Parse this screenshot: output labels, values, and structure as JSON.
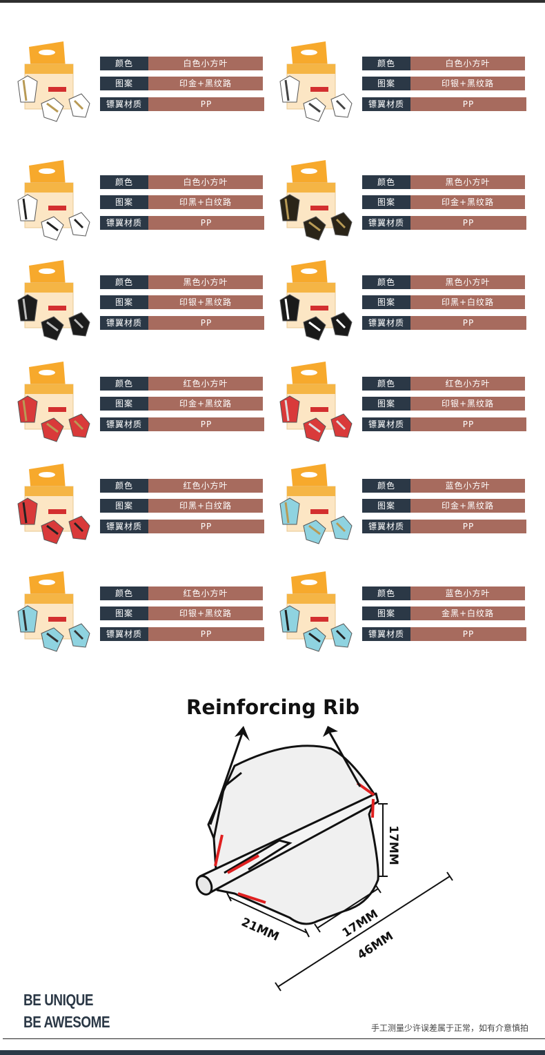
{
  "spec_labels": {
    "color": "颜色",
    "pattern": "图案",
    "material": "镖翼材质"
  },
  "products": [
    {
      "color": "白色小方叶",
      "pattern": "印金+黑纹路",
      "material": "PP",
      "flight_color": "#ffffff",
      "accent": "#b89a55"
    },
    {
      "color": "白色小方叶",
      "pattern": "印银+黑纹路",
      "material": "PP",
      "flight_color": "#ffffff",
      "accent": "#444444"
    },
    {
      "color": "白色小方叶",
      "pattern": "印黑+白纹路",
      "material": "PP",
      "flight_color": "#ffffff",
      "accent": "#222222"
    },
    {
      "color": "黑色小方叶",
      "pattern": "印金+黑纹路",
      "material": "PP",
      "flight_color": "#2a2418",
      "accent": "#b89a55"
    },
    {
      "color": "黑色小方叶",
      "pattern": "印银+黑纹路",
      "material": "PP",
      "flight_color": "#1c1c1c",
      "accent": "#bbbbbb"
    },
    {
      "color": "黑色小方叶",
      "pattern": "印黑+白纹路",
      "material": "PP",
      "flight_color": "#1a1a1a",
      "accent": "#ffffff"
    },
    {
      "color": "红色小方叶",
      "pattern": "印金+黑纹路",
      "material": "PP",
      "flight_color": "#d93a3a",
      "accent": "#b89a55"
    },
    {
      "color": "红色小方叶",
      "pattern": "印银+黑纹路",
      "material": "PP",
      "flight_color": "#d93a3a",
      "accent": "#dddddd"
    },
    {
      "color": "红色小方叶",
      "pattern": "印黑+白纹路",
      "material": "PP",
      "flight_color": "#d93a3a",
      "accent": "#222222"
    },
    {
      "color": "蓝色小方叶",
      "pattern": "印金+黑纹路",
      "material": "PP",
      "flight_color": "#8fd3e0",
      "accent": "#b89a55"
    },
    {
      "color": "红色小方叶",
      "pattern": "印银+黑纹路",
      "material": "PP",
      "flight_color": "#8fd3e0",
      "accent": "#333333"
    },
    {
      "color": "蓝色小方叶",
      "pattern": "金黑+白纹路",
      "material": "PP",
      "flight_color": "#8fd3e0",
      "accent": "#222222"
    }
  ],
  "diagram": {
    "title": "Reinforcing Rib",
    "dimensions": {
      "height": "17MM",
      "edge": "17MM",
      "base": "21MM",
      "length": "46MM"
    }
  },
  "slogan": {
    "line1": "BE UNIQUE",
    "line2": "BE AWESOME"
  },
  "note": "手工测量少许误差属于正常，如有介意慎拍",
  "colors": {
    "label_bg": "#2b3846",
    "value_bg": "#a76b5e",
    "box_orange": "#f5a623",
    "rib_red": "#e02020"
  }
}
